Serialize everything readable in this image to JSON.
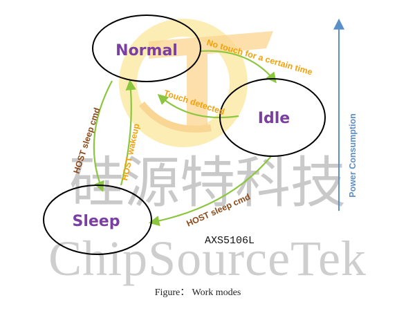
{
  "diagram": {
    "states": {
      "normal": "Normal",
      "idle": "Idle",
      "sleep": "Sleep"
    },
    "transitions": {
      "normal_to_idle": "No touch for a certain time",
      "idle_to_normal": "Touch detected",
      "normal_to_sleep": "HOST sleep cmd",
      "sleep_to_normal": "HOST wakeup",
      "idle_to_sleep": "HOST sleep cmd"
    },
    "axis_label": "Power Consumption",
    "chip_label": "AXS5106L",
    "caption": "Figure： Work modes"
  },
  "watermark": {
    "cjk": "硅源特科技",
    "latin": "ChipSourceTek"
  },
  "colors": {
    "state_text": "#7a3fa0",
    "transition_text_orange": "#f2a20c",
    "transition_text_brown": "#8a4a1a",
    "arrow": "#8cc63f",
    "axis": "#5b8fc7",
    "watermark": "#c9c9c9",
    "logo_orange": "#f7b53d",
    "logo_yellow": "#fbe07a"
  }
}
